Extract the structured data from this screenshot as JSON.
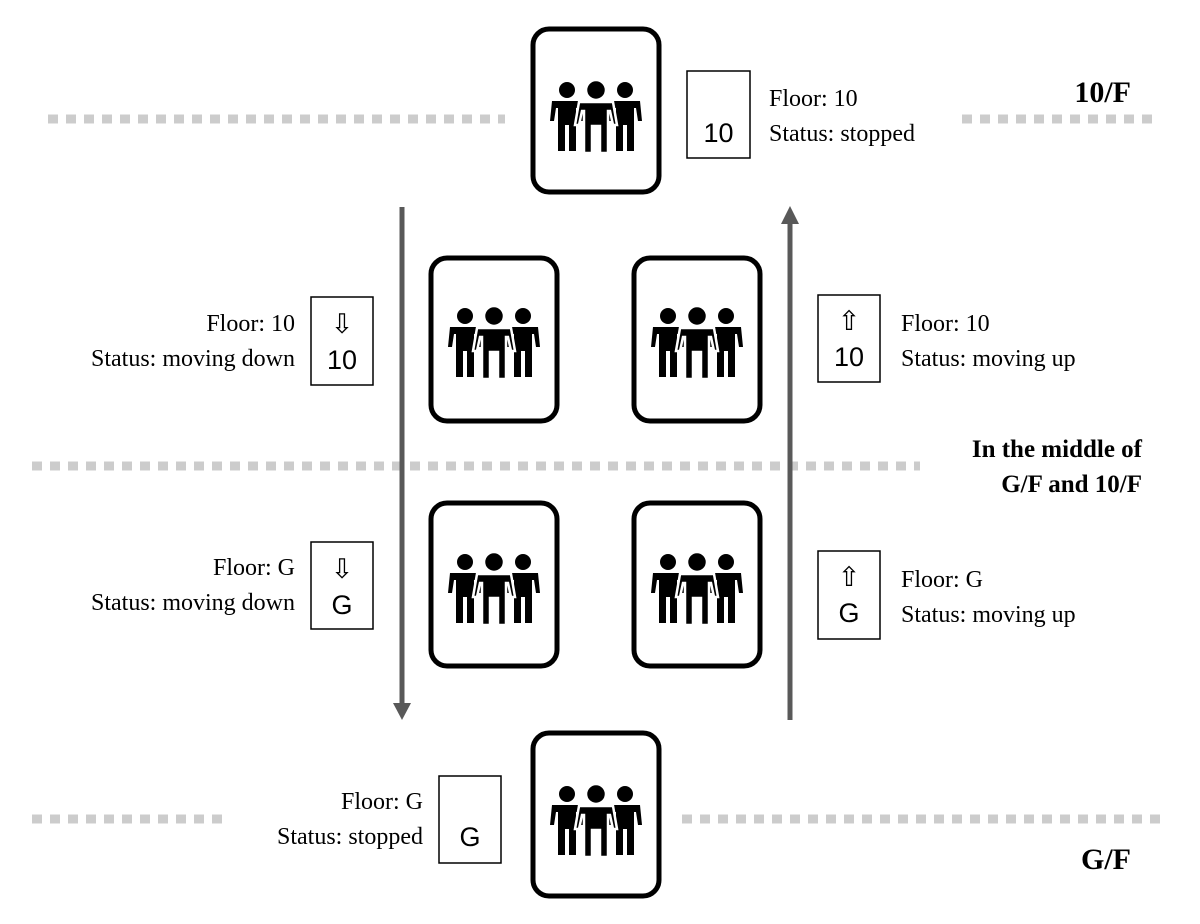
{
  "floor_labels": {
    "top": "10/F",
    "middle_line1": "In the middle of",
    "middle_line2": "G/F and 10/F",
    "bottom": "G/F"
  },
  "elevators": [
    {
      "id": "top-stopped",
      "floor_text": "Floor: 10",
      "status_text": "Status: stopped",
      "display": "10",
      "arrow": ""
    },
    {
      "id": "left-upper-down",
      "floor_text": "Floor: 10",
      "status_text": "Status: moving down",
      "display": "10",
      "arrow": "⇩"
    },
    {
      "id": "right-upper-up",
      "floor_text": "Floor: 10",
      "status_text": "Status: moving up",
      "display": "10",
      "arrow": "⇧"
    },
    {
      "id": "left-lower-down",
      "floor_text": "Floor: G",
      "status_text": "Status: moving down",
      "display": "G",
      "arrow": "⇩"
    },
    {
      "id": "right-lower-up",
      "floor_text": "Floor: G",
      "status_text": "Status: moving up",
      "display": "G",
      "arrow": "⇧"
    },
    {
      "id": "bottom-stopped",
      "floor_text": "Floor: G",
      "status_text": "Status: stopped",
      "display": "G",
      "arrow": ""
    }
  ],
  "colors": {
    "floor_line": "#cccccc",
    "arrow": "#595959",
    "ink": "#000000"
  },
  "icons": {
    "elevator": "people-group-icon",
    "down_arrow": "down-arrow",
    "up_arrow": "up-arrow"
  }
}
